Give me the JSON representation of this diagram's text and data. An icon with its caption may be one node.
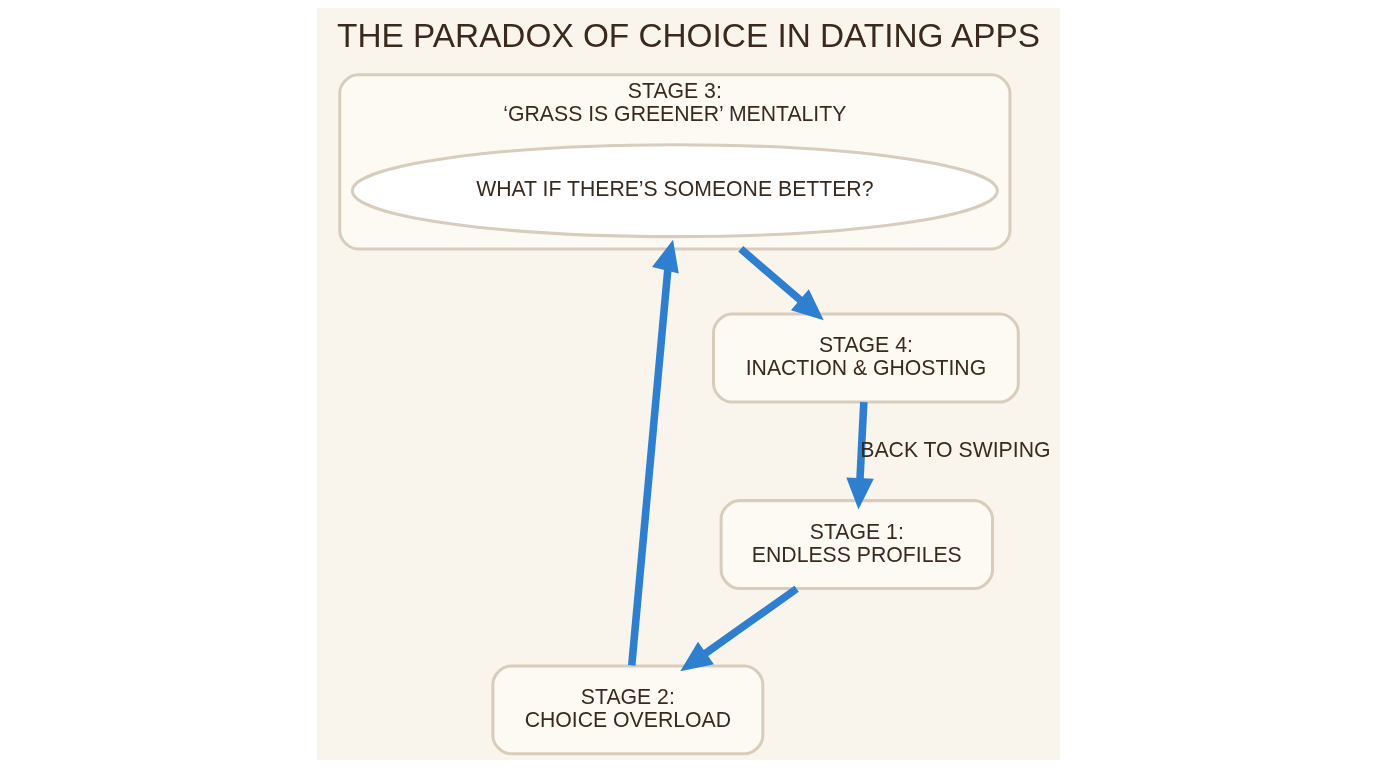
{
  "diagram": {
    "title": "THE PARADOX OF CHOICE IN DATING APPS",
    "nodes": [
      {
        "text": [
          "STAGE 1:",
          "ENDLESS PROFILES"
        ]
      },
      {
        "text": [
          "STAGE 2:",
          "CHOICE OVERLOAD"
        ]
      },
      {
        "text": [
          "STAGE 3:",
          "‘GRASS IS GREENER’ MENTALITY"
        ]
      },
      {
        "text": [
          "WHAT IF THERE’S SOMEONE BETTER?"
        ],
        "in": 2
      },
      {
        "text": [
          "STAGE 4:",
          "INACTION & GHOSTING"
        ]
      }
    ],
    "edges": [
      {
        "from": 0,
        "to": 1,
        "arrow": "to"
      },
      {
        "from": 1,
        "to": 2,
        "arrow": "to"
      },
      {
        "from": 2,
        "to": 4,
        "arrow": "to"
      },
      {
        "from": 4,
        "to": 0,
        "arrow": "to",
        "label": "BACK TO SWIPING"
      }
    ]
  }
}
